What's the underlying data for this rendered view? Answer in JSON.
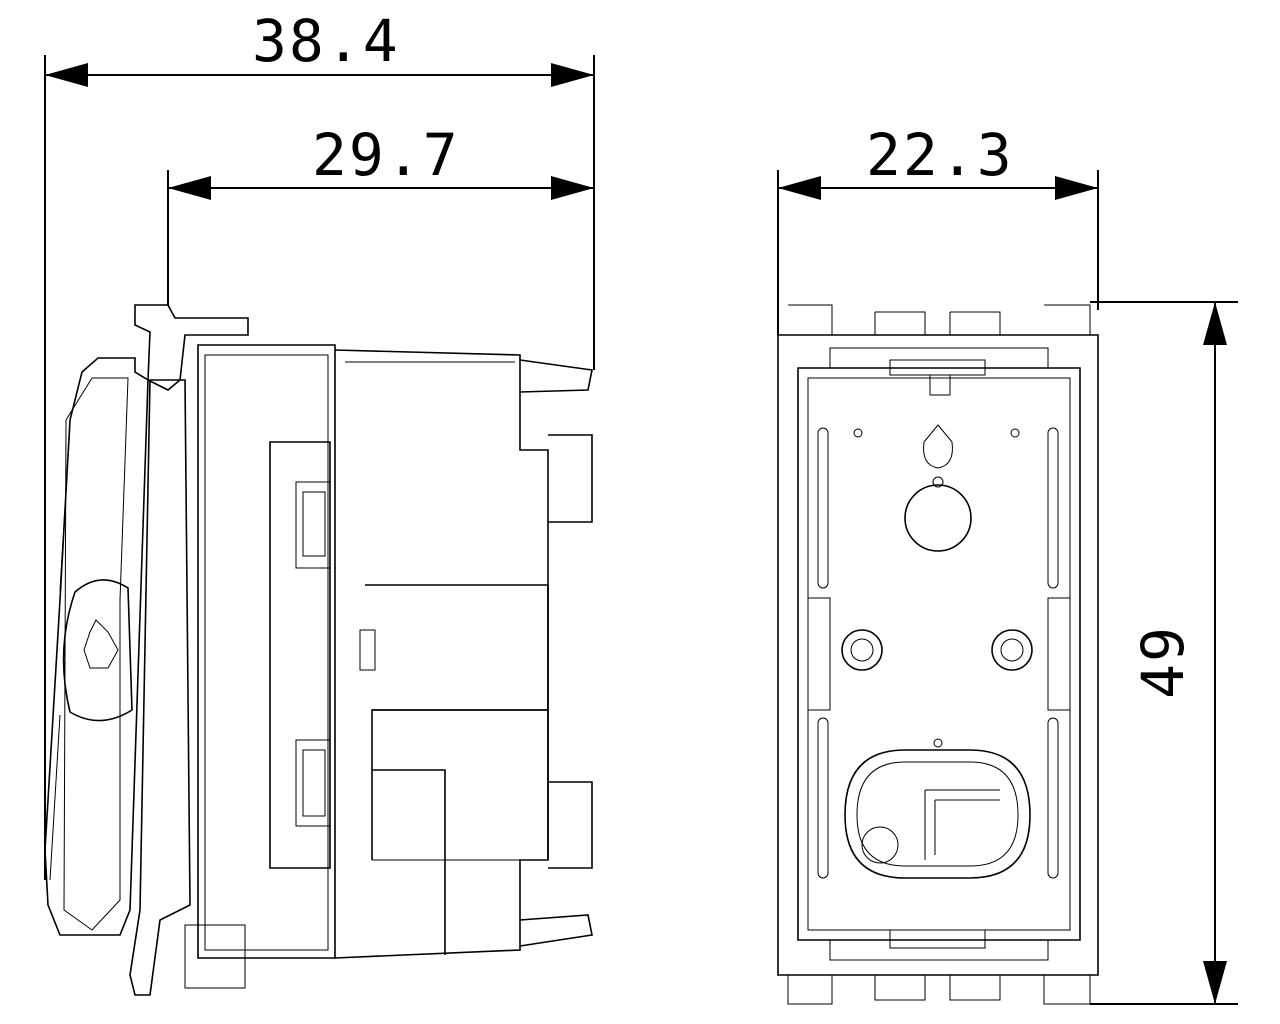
{
  "drawing": {
    "side_view": {
      "overall_depth": "38.4",
      "body_depth": "29.7"
    },
    "front_view": {
      "width": "22.3",
      "height": "49"
    }
  }
}
